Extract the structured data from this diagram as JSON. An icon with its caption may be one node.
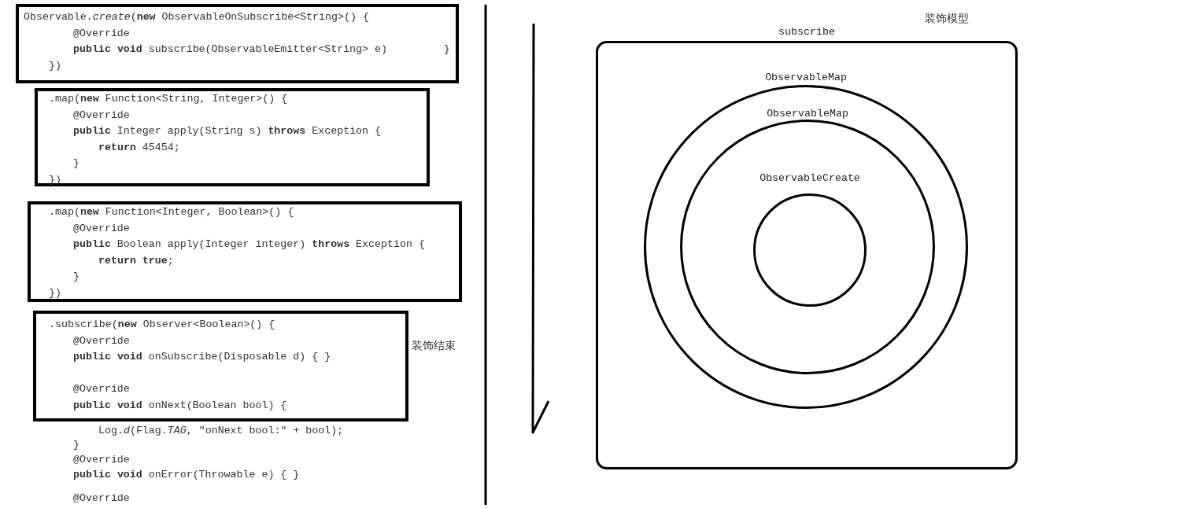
{
  "diagram": {
    "nodes": [
      {
        "text": [
          "Observable.*create*(**new** ObservableOnSubscribe<String>() {",
          "@Override",
          "**public** **void** subscribe(ObservableEmitter<String> e)         }",
          "})"
        ]
      },
      {
        "text": [
          ".map(**new** Function<String, Integer>() {",
          "@Override",
          "**public** Integer apply(String s) **throws** Exception {",
          "**return** 45454;",
          "}",
          "})"
        ]
      },
      {
        "text": [
          ".map(**new** Function<Integer, Boolean>() {",
          "@Override",
          "**public** Boolean apply(Integer integer) **throws** Exception {",
          "**return** **true**;",
          "}",
          "})"
        ]
      },
      {
        "text": [
          ".subscribe(**new** Observer<Boolean>() {",
          "@Override",
          "**public** **void** onSubscribe(Disposable d) { }",
          "@Override",
          "**public** **void** onNext(Boolean bool) {"
        ],
        "beside": [
          "装饰结束"
        ]
      },
      {
        "text": [
          "subscribe"
        ]
      },
      {
        "text": [
          "ObservableMap"
        ],
        "in": 4
      },
      {
        "text": [
          "ObservableMap"
        ],
        "in": 5
      },
      {
        "text": [
          "ObservableCreate"
        ],
        "in": 6
      }
    ],
    "labels": [
      "装饰模型",
      "Log.*d*(Flag.*TAG*, \"onNext bool:\" + bool);",
      "}",
      "@Override",
      "**public** **void** onError(Throwable e) { }",
      "@Override"
    ]
  }
}
